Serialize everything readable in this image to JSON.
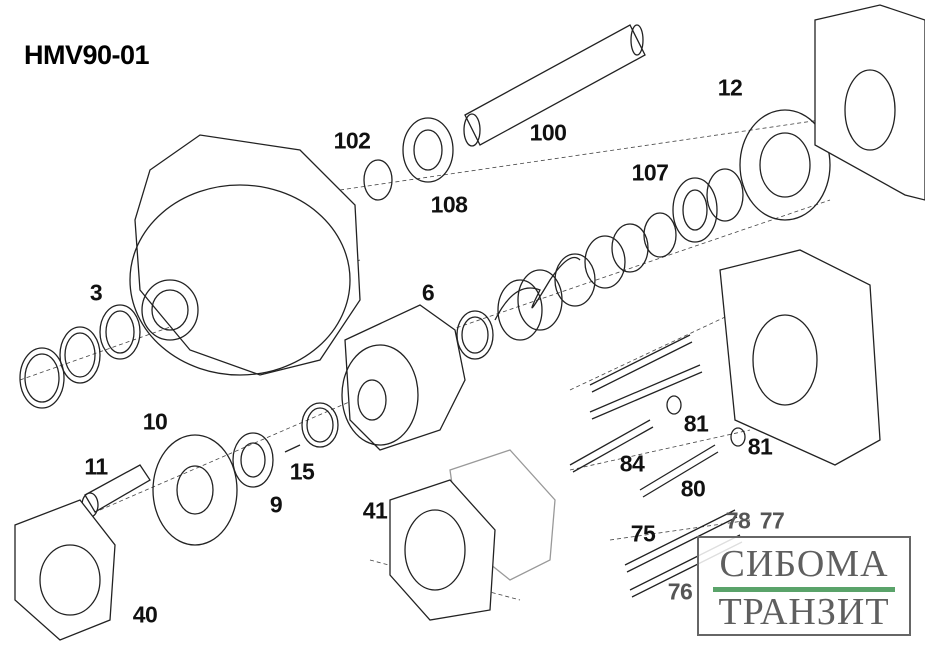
{
  "title": "HMV90-01",
  "part_labels": {
    "p102": "102",
    "p100": "100",
    "p108": "108",
    "p12": "12",
    "p107": "107",
    "p3": "3",
    "p6": "6",
    "p10": "10",
    "p11": "11",
    "p15": "15",
    "p9": "9",
    "p81a": "81",
    "p81b": "81",
    "p84": "84",
    "p80": "80",
    "p41": "41",
    "p75": "75",
    "p77": "77",
    "p78": "78",
    "p76": "76",
    "p40": "40"
  },
  "watermark": {
    "line1": "СИБОМА",
    "line2": "ТРАНЗИТ",
    "accent": "#5aa36a"
  }
}
